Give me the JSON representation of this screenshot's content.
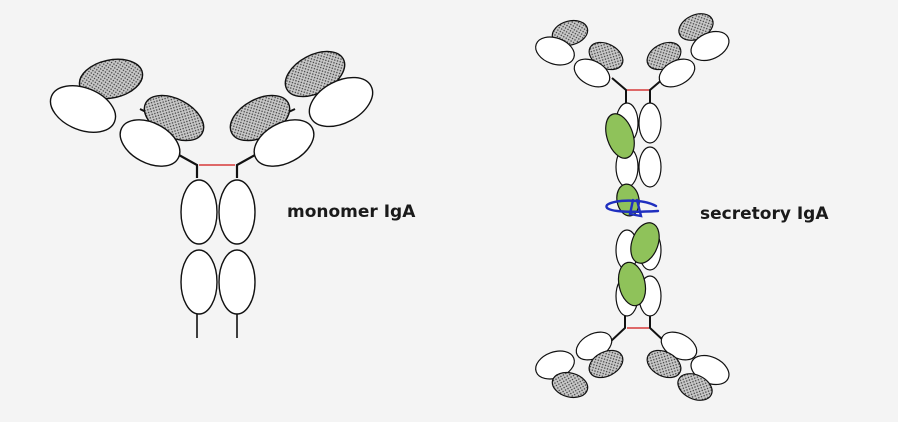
{
  "figure": {
    "monomer": {
      "label": "monomer IgA"
    },
    "secretory": {
      "label": "secretory IgA"
    }
  },
  "colors": {
    "background": "#f4f4f4",
    "outline": "#111111",
    "domain_fill": "#ffffff",
    "variable_domain_pattern": "stippled gray",
    "disulfide_bond": "#d63a3a",
    "secretory_component": "#8fc25a",
    "j_chain": "#1f2fbf"
  }
}
